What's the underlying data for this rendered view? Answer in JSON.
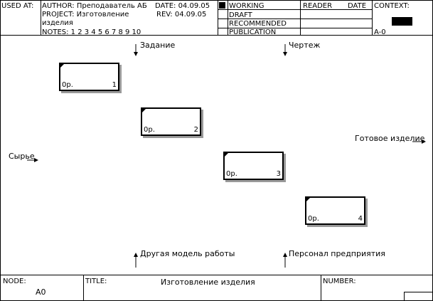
{
  "header": {
    "used_at": "USED AT:",
    "author": "AUTHOR:  Преподаватель АБ",
    "date": "DATE:  04.09.05",
    "project": "PROJECT:  Изготовление",
    "rev": "REV:  04.09.05",
    "project_cont": "изделия",
    "notes": "NOTES:  1  2  3  4  5  6  7  8  9  10",
    "status": [
      "WORKING",
      "DRAFT",
      "RECOMMENDED",
      "PUBLICATION"
    ],
    "reader": "READER",
    "date2": "DATE",
    "context": "CONTEXT:",
    "context_node": "A-0"
  },
  "diagram": {
    "boxes": [
      {
        "op": "0р.",
        "num": "1"
      },
      {
        "op": "0р.",
        "num": "2"
      },
      {
        "op": "0р.",
        "num": "3"
      },
      {
        "op": "0р.",
        "num": "4"
      }
    ],
    "controls": [
      "Задание",
      "Чертеж"
    ],
    "input": "Сырье",
    "output": "Готовое изделие",
    "mechanisms": [
      "Другая модель работы",
      "Персонал предприятия"
    ]
  },
  "footer": {
    "node_label": "NODE:",
    "node_value": "A0",
    "title_label": "TITLE:",
    "title_value": "Изготовление  изделия",
    "number_label": "NUMBER:"
  }
}
